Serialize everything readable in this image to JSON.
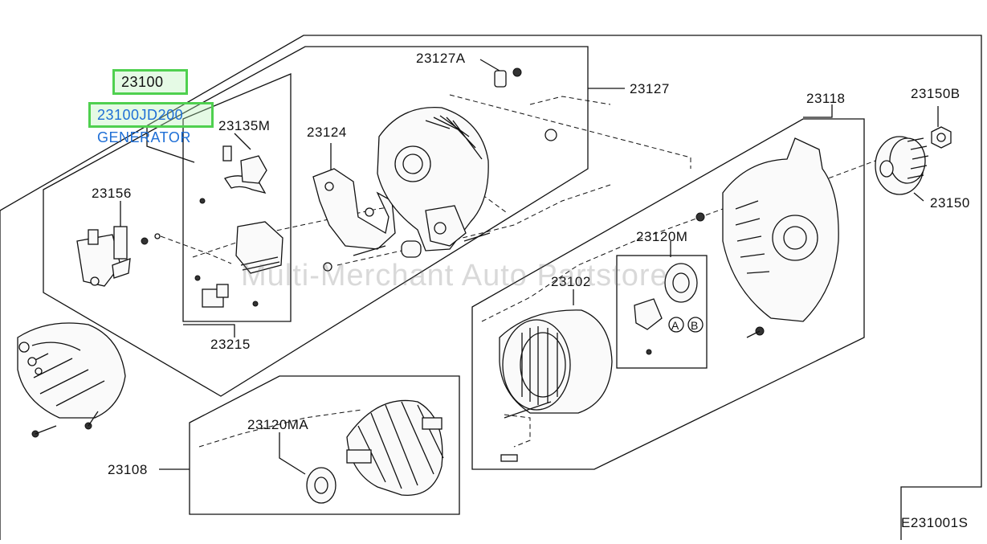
{
  "highlight": {
    "assembly_code": "23100",
    "part_number": "23100JD200",
    "part_name": "GENERATOR",
    "box_color": "#4fd04f",
    "link_color": "#1f6fd6"
  },
  "labels": {
    "l23127A": "23127A",
    "l23127": "23127",
    "l23135M": "23135M",
    "l23124": "23124",
    "l23118": "23118",
    "l23150B": "23150B",
    "l23150": "23150",
    "l23156": "23156",
    "l23120M": "23120M",
    "l23102": "23102",
    "l23215": "23215",
    "l23120MA": "23120MA",
    "l23108": "23108",
    "markA": "A",
    "markB": "B"
  },
  "watermark": "Multi-Merchant Auto Partstore",
  "figure_code": "E231001S"
}
